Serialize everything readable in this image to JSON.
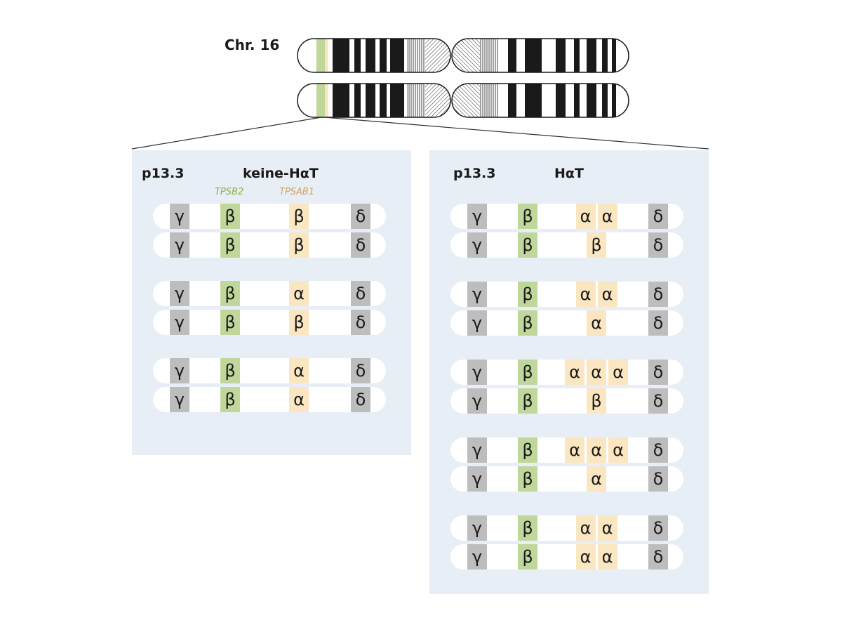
{
  "chromosome": {
    "label": "Chr. 16"
  },
  "colors": {
    "panel": "#e8eef5",
    "gamma_delta": "#bdbdbd",
    "tpsb2": "#c0d79b",
    "tpsab1": "#fbe6c2",
    "tpsb2_label": "#8db04e",
    "tpsab1_label": "#d4a35a"
  },
  "left_panel": {
    "band": "p13.3",
    "title": "keine-HαT",
    "gene_labels": {
      "tpsb2": "TPSB2",
      "tpsab1": "TPSAB1"
    },
    "pairs": [
      [
        {
          "gamma": "γ",
          "beta": "β",
          "tpsab1": [
            "β"
          ],
          "delta": "δ"
        },
        {
          "gamma": "γ",
          "beta": "β",
          "tpsab1": [
            "β"
          ],
          "delta": "δ"
        }
      ],
      [
        {
          "gamma": "γ",
          "beta": "β",
          "tpsab1": [
            "α"
          ],
          "delta": "δ"
        },
        {
          "gamma": "γ",
          "beta": "β",
          "tpsab1": [
            "β"
          ],
          "delta": "δ"
        }
      ],
      [
        {
          "gamma": "γ",
          "beta": "β",
          "tpsab1": [
            "α"
          ],
          "delta": "δ"
        },
        {
          "gamma": "γ",
          "beta": "β",
          "tpsab1": [
            "α"
          ],
          "delta": "δ"
        }
      ]
    ]
  },
  "right_panel": {
    "band": "p13.3",
    "title": "HαT",
    "pairs": [
      [
        {
          "gamma": "γ",
          "beta": "β",
          "tpsab1": [
            "α",
            "α"
          ],
          "delta": "δ"
        },
        {
          "gamma": "γ",
          "beta": "β",
          "tpsab1": [
            "β"
          ],
          "delta": "δ"
        }
      ],
      [
        {
          "gamma": "γ",
          "beta": "β",
          "tpsab1": [
            "α",
            "α"
          ],
          "delta": "δ"
        },
        {
          "gamma": "γ",
          "beta": "β",
          "tpsab1": [
            "α"
          ],
          "delta": "δ"
        }
      ],
      [
        {
          "gamma": "γ",
          "beta": "β",
          "tpsab1": [
            "α",
            "α",
            "α"
          ],
          "delta": "δ"
        },
        {
          "gamma": "γ",
          "beta": "β",
          "tpsab1": [
            "β"
          ],
          "delta": "δ"
        }
      ],
      [
        {
          "gamma": "γ",
          "beta": "β",
          "tpsab1": [
            "α",
            "α",
            "α"
          ],
          "delta": "δ"
        },
        {
          "gamma": "γ",
          "beta": "β",
          "tpsab1": [
            "α"
          ],
          "delta": "δ"
        }
      ],
      [
        {
          "gamma": "γ",
          "beta": "β",
          "tpsab1": [
            "α",
            "α"
          ],
          "delta": "δ"
        },
        {
          "gamma": "γ",
          "beta": "β",
          "tpsab1": [
            "α",
            "α"
          ],
          "delta": "δ"
        }
      ]
    ]
  }
}
